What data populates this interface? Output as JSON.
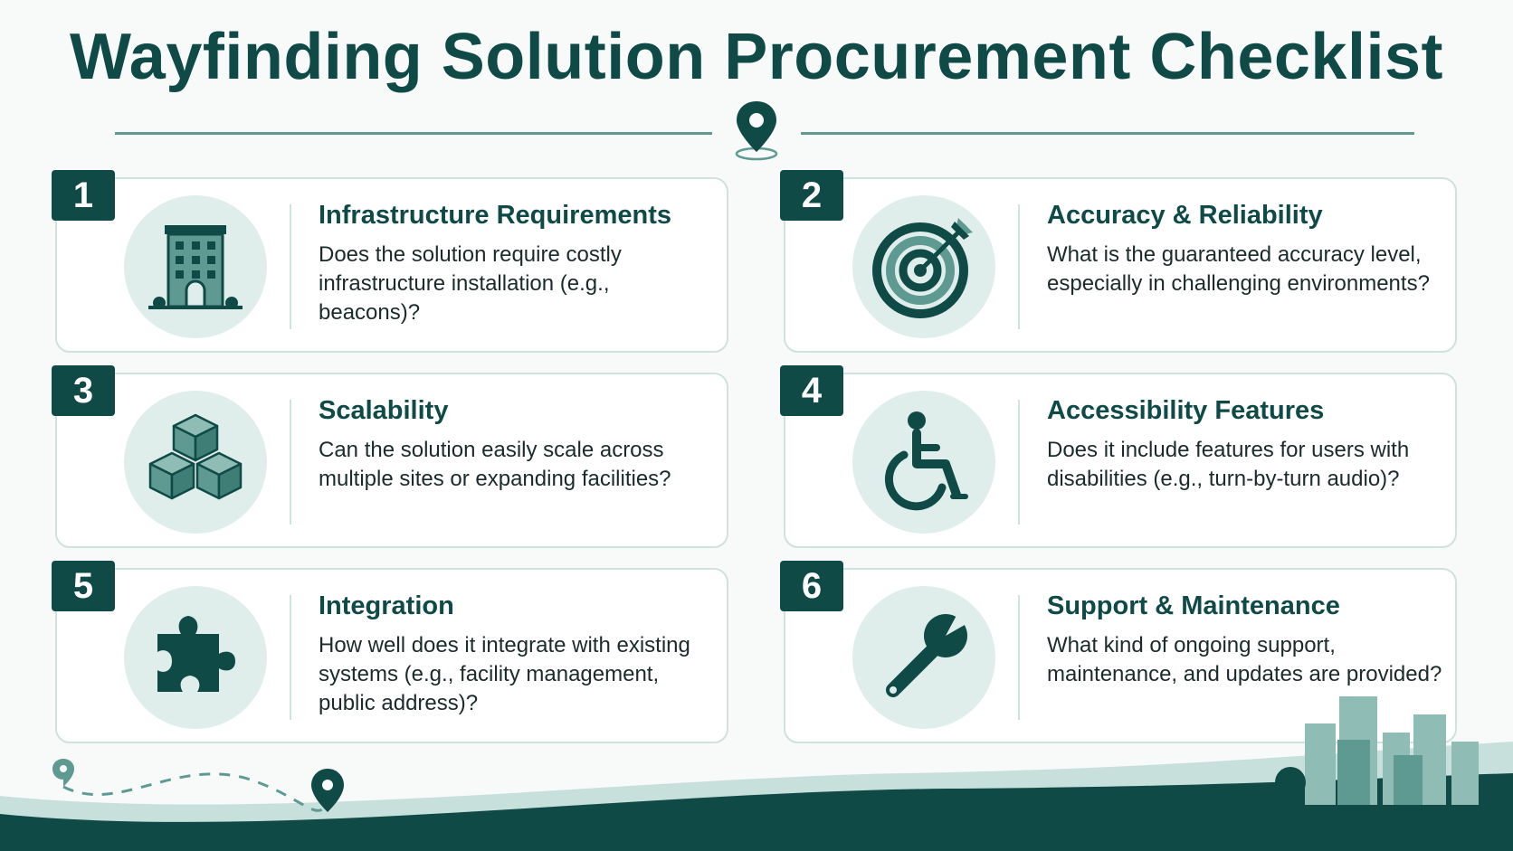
{
  "title": "Wayfinding Solution Procurement Checklist",
  "colors": {
    "primary": "#0f4a47",
    "accent": "#5e9a92",
    "icon_bg": "#e0eeeb",
    "card_border": "#cfe2de"
  },
  "items": [
    {
      "number": "1",
      "title": "Infrastructure Requirements",
      "description": "Does the solution require costly infrastructure installation (e.g., beacons)?",
      "icon": "building-icon"
    },
    {
      "number": "2",
      "title": "Accuracy & Reliability",
      "description": "What is the guaranteed accuracy level, especially in challenging environments?",
      "icon": "target-icon"
    },
    {
      "number": "3",
      "title": "Scalability",
      "description": "Can the solution easily scale across multiple sites or expanding facilities?",
      "icon": "cubes-icon"
    },
    {
      "number": "4",
      "title": "Accessibility Features",
      "description": "Does it include features for users with disabilities (e.g., turn-by-turn audio)?",
      "icon": "wheelchair-icon"
    },
    {
      "number": "5",
      "title": "Integration",
      "description": "How well does it integrate with existing systems (e.g., facility management, public address)?",
      "icon": "puzzle-icon"
    },
    {
      "number": "6",
      "title": "Support & Maintenance",
      "description": "What kind of ongoing support, maintenance, and updates are provided?",
      "icon": "wrench-icon"
    }
  ]
}
